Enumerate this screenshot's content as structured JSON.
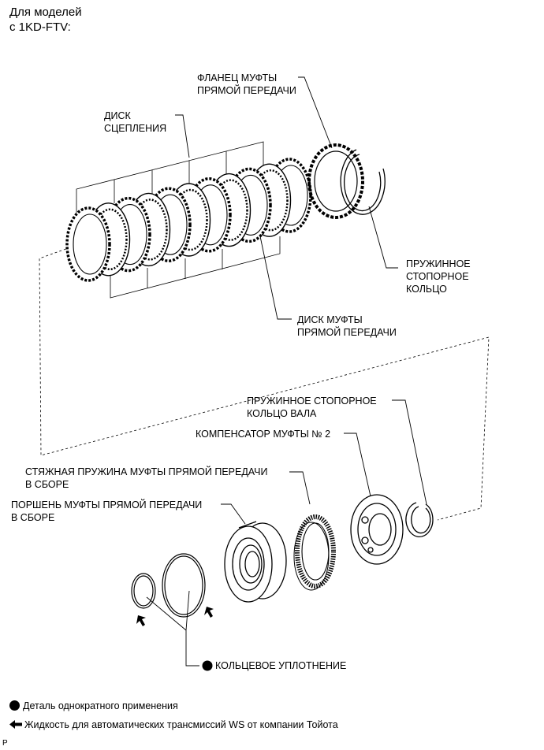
{
  "header": {
    "line1": "Для моделей",
    "line2": "с 1KD-FTV:"
  },
  "labels": {
    "flange": [
      "ФЛАНЕЦ МУФТЫ",
      "ПРЯМОЙ ПЕРЕДАЧИ"
    ],
    "clutch_disc": [
      "ДИСК",
      "СЦЕПЛЕНИЯ"
    ],
    "snap_ring": [
      "ПРУЖИННОЕ",
      "СТОПОРНОЕ",
      "КОЛЬЦО"
    ],
    "direct_disc": [
      "ДИСК МУФТЫ",
      "ПРЯМОЙ ПЕРЕДАЧИ"
    ],
    "shaft_snap_ring": [
      "ПРУЖИННОЕ СТОПОРНОЕ",
      "КОЛЬЦО ВАЛА"
    ],
    "compensator": "КОМПЕНСАТОР МУФТЫ № 2",
    "return_spring": [
      "СТЯЖНАЯ ПРУЖИНА МУФТЫ ПРЯМОЙ ПЕРЕДАЧИ",
      "В СБОРЕ"
    ],
    "piston": [
      "ПОРШЕНЬ МУФТЫ ПРЯМОЙ ПЕРЕДАЧИ",
      "В СБОРЕ"
    ],
    "o_ring": "КОЛЬЦЕВОЕ УПЛОТНЕНИЕ"
  },
  "legend": {
    "non_reusable": "Деталь однократного применения",
    "fluid": "Жидкость для автоматических трансмиссий WS от компании Тойота"
  },
  "corner_mark": "P"
}
